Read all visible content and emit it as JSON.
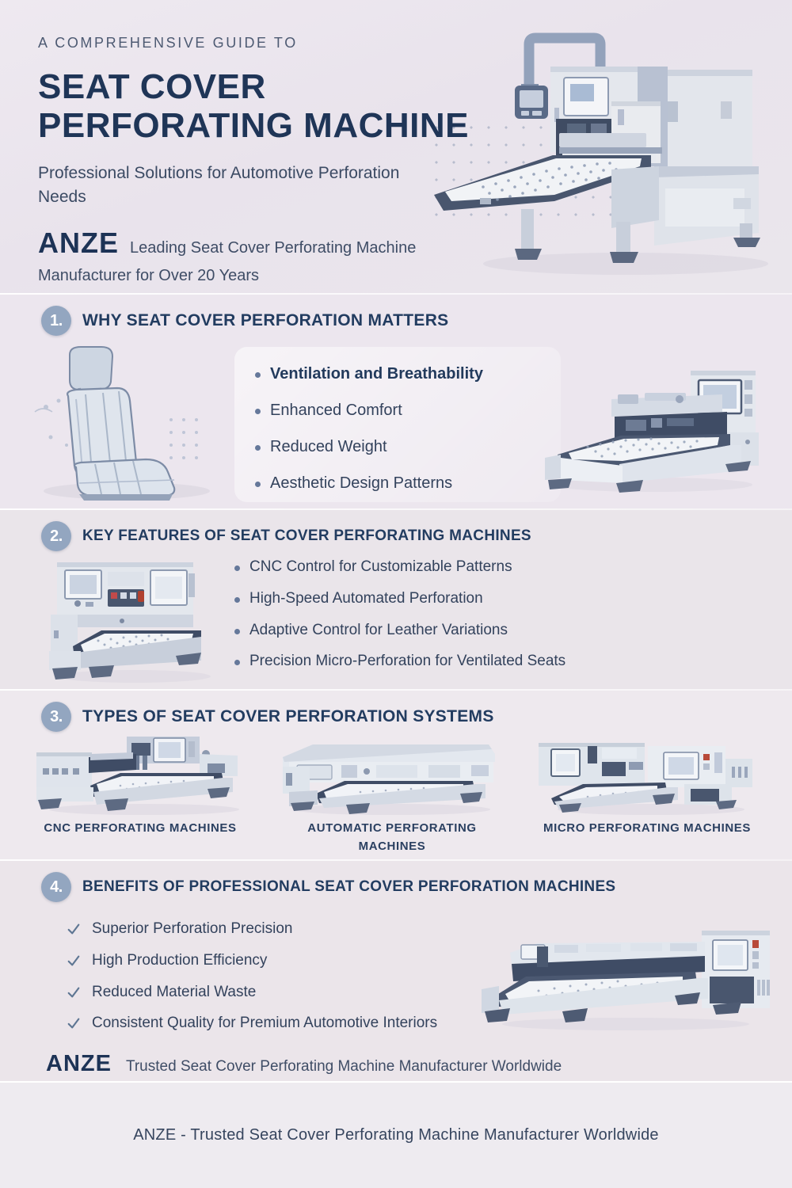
{
  "header": {
    "kicker": "A COMPREHENSIVE GUIDE TO",
    "title_line1": "SEAT COVER",
    "title_line2": "PERFORATING MACHINE",
    "subtitle": "Professional Solutions for Automotive Perforation Needs",
    "brand": "ANZE",
    "brand_tagline": "Leading Seat Cover Perforating Machine",
    "brand_tagline2": "Manufacturer for Over 20 Years"
  },
  "sections": [
    {
      "number": "1.",
      "title": "WHY SEAT COVER PERFORATION MATTERS",
      "items": [
        "Ventilation and Breathability",
        "Enhanced Comfort",
        "Reduced Weight",
        "Aesthetic Design Patterns"
      ]
    },
    {
      "number": "2.",
      "title": "KEY FEATURES OF SEAT COVER PERFORATING MACHINES",
      "items": [
        "CNC Control for Customizable Patterns",
        "High-Speed Automated Perforation",
        "Adaptive Control for Leather Variations",
        "Precision Micro-Perforation for Ventilated Seats"
      ]
    },
    {
      "number": "3.",
      "title": "TYPES OF SEAT COVER PERFORATION SYSTEMS",
      "types": [
        "CNC PERFORATING MACHINES",
        "AUTOMATIC PERFORATING MACHINES",
        "MICRO PERFORATING MACHINES"
      ]
    },
    {
      "number": "4.",
      "title": "BENEFITS OF PROFESSIONAL SEAT COVER PERFORATION MACHINES",
      "items": [
        "Superior Perforation Precision",
        "High Production Efficiency",
        "Reduced Material Waste",
        "Consistent Quality for Premium Automotive Interiors"
      ]
    }
  ],
  "closing": {
    "brand": "ANZE",
    "tagline": "Trusted Seat Cover Perforating Machine Manufacturer Worldwide"
  },
  "footer": {
    "text": "ANZE - Trusted Seat Cover Perforating Machine Manufacturer Worldwide"
  },
  "colors": {
    "navy": "#1f3557",
    "badge": "#93a6c0",
    "body_text": "#33425c",
    "background": "#eae4ec"
  }
}
